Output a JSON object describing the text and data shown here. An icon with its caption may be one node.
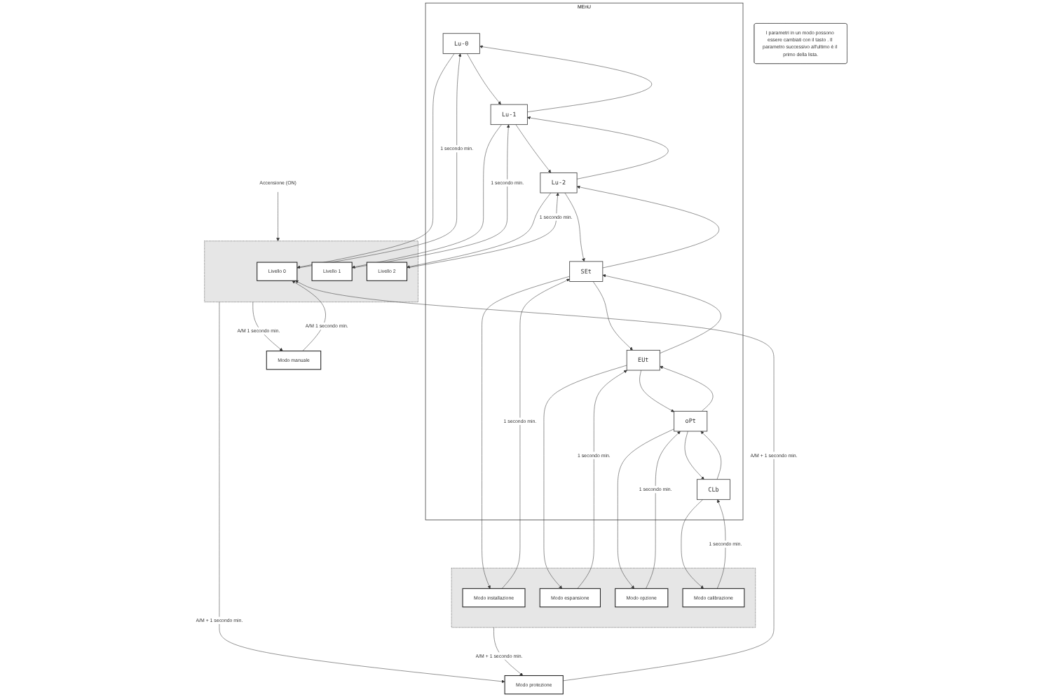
{
  "diagram": {
    "nodes": [
      {
        "text": [
          "MEnU"
        ]
      },
      {
        "text": [
          "Lu-0"
        ],
        "in": 0
      },
      {
        "text": [
          "Lu-1"
        ],
        "in": 0
      },
      {
        "text": [
          "Lu-2"
        ],
        "in": 0
      },
      {
        "text": [
          "SEt"
        ],
        "in": 0
      },
      {
        "text": [
          "EUt"
        ],
        "in": 0
      },
      {
        "text": [
          "oPt"
        ],
        "in": 0
      },
      {
        "text": [
          "CLb"
        ],
        "in": 0
      },
      {
        "text": [],
        "shape": "box"
      },
      {
        "text": [
          "Livello 0"
        ],
        "in": 8
      },
      {
        "text": [
          "Livello 1"
        ],
        "in": 8
      },
      {
        "text": [
          "Livello 2"
        ],
        "in": 8
      },
      {
        "text": [],
        "shape": "box"
      },
      {
        "text": [
          "Modo installazione"
        ],
        "in": 12
      },
      {
        "text": [
          "Modo espansione"
        ],
        "in": 12
      },
      {
        "text": [
          "Modo opzione"
        ],
        "in": 12
      },
      {
        "text": [
          "Modo calibrazione"
        ],
        "in": 12
      },
      {
        "text": [
          "Accensione (ON)"
        ]
      },
      {
        "text": [
          "Modo manuale"
        ]
      },
      {
        "text": [
          "Modo protezione"
        ]
      },
      {
        "text": [
          "I parametri in un modo possono essere cambiati con il tasto . Il parametro successivo all'ultimo è il primo della lista."
        ]
      }
    ],
    "edges": [
      {
        "from": 17,
        "to": 8,
        "arrow": "to"
      },
      {
        "from": 1,
        "to": 9,
        "arrow": "to"
      },
      {
        "from": 9,
        "to": 1,
        "arrow": "to",
        "label": "1 secondo min."
      },
      {
        "from": 2,
        "to": 10,
        "arrow": "to"
      },
      {
        "from": 10,
        "to": 2,
        "arrow": "to",
        "label": "1 secondo min."
      },
      {
        "from": 3,
        "to": 11,
        "arrow": "to"
      },
      {
        "from": 11,
        "to": 3,
        "arrow": "to",
        "label": "1 secondo min."
      },
      {
        "from": 4,
        "to": 13,
        "arrow": "to"
      },
      {
        "from": 13,
        "to": 4,
        "arrow": "to",
        "label": "1 secondo min."
      },
      {
        "from": 5,
        "to": 14,
        "arrow": "to"
      },
      {
        "from": 14,
        "to": 5,
        "arrow": "to",
        "label": "1 secondo min."
      },
      {
        "from": 6,
        "to": 15,
        "arrow": "to"
      },
      {
        "from": 15,
        "to": 6,
        "arrow": "to",
        "label": "1 secondo min."
      },
      {
        "from": 7,
        "to": 16,
        "arrow": "to"
      },
      {
        "from": 16,
        "to": 7,
        "arrow": "to",
        "label": "1 secondo min."
      },
      {
        "from": 1,
        "to": 2,
        "arrow": "to"
      },
      {
        "from": 2,
        "to": 1,
        "arrow": "to"
      },
      {
        "from": 2,
        "to": 3,
        "arrow": "to"
      },
      {
        "from": 3,
        "to": 2,
        "arrow": "to"
      },
      {
        "from": 3,
        "to": 4,
        "arrow": "to"
      },
      {
        "from": 4,
        "to": 3,
        "arrow": "to"
      },
      {
        "from": 4,
        "to": 5,
        "arrow": "to"
      },
      {
        "from": 5,
        "to": 4,
        "arrow": "to"
      },
      {
        "from": 5,
        "to": 6,
        "arrow": "to"
      },
      {
        "from": 6,
        "to": 5,
        "arrow": "to"
      },
      {
        "from": 6,
        "to": 7,
        "arrow": "to"
      },
      {
        "from": 7,
        "to": 6,
        "arrow": "to"
      },
      {
        "from": 18,
        "to": 9,
        "arrow": "to",
        "label": "A/M 1 secondo min."
      },
      {
        "from": 8,
        "to": 18,
        "arrow": "to",
        "label": "A/M 1 secondo min."
      },
      {
        "from": 8,
        "to": 19,
        "arrow": "to",
        "label": "A/M + 1 secondo min."
      },
      {
        "from": 19,
        "to": 9,
        "arrow": "to",
        "label": "A/M + 1 secondo min."
      },
      {
        "from": 12,
        "to": 19,
        "arrow": "to",
        "label": "A/M + 1 secondo min."
      }
    ]
  }
}
